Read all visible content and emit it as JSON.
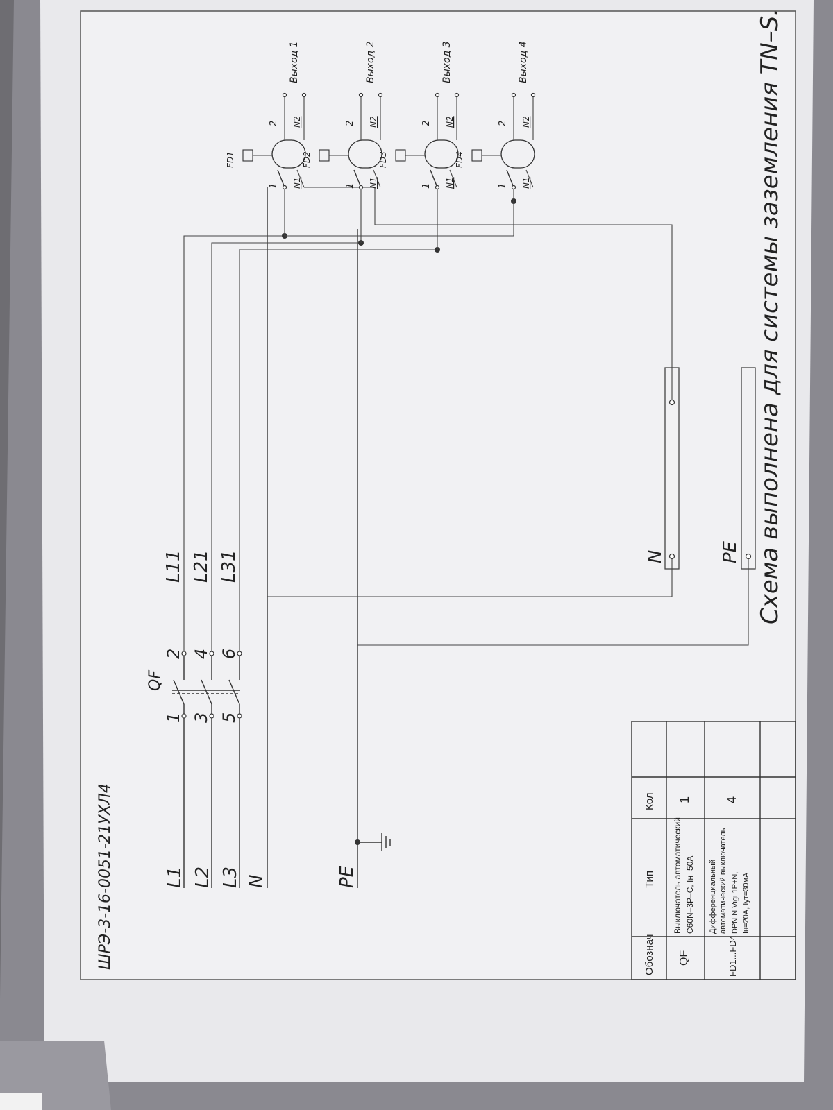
{
  "drawing": {
    "doc_number": "ШРЭ-3-16-0051-21УХЛ4",
    "footer_caption": "Схема выполнена для системы заземления TN–S."
  },
  "inputs": [
    "L1",
    "L2",
    "L3",
    "N",
    "PE"
  ],
  "breaker": {
    "label": "QF",
    "in_terminals": [
      "1",
      "3",
      "5"
    ],
    "out_terminals": [
      "2",
      "4",
      "6"
    ],
    "out_lines": [
      "L11",
      "L21",
      "L31"
    ]
  },
  "busbars": [
    "N",
    "PE"
  ],
  "outputs": [
    {
      "device": "FD1",
      "pin_in": "1",
      "pin_out": "2",
      "n_in": "N1",
      "n_out": "N2",
      "label": "Выход 1"
    },
    {
      "device": "FD2",
      "pin_in": "1",
      "pin_out": "2",
      "n_in": "N1",
      "n_out": "N2",
      "label": "Выход 2"
    },
    {
      "device": "FD3",
      "pin_in": "1",
      "pin_out": "2",
      "n_in": "N1",
      "n_out": "N2",
      "label": "Выход 3"
    },
    {
      "device": "FD4",
      "pin_in": "1",
      "pin_out": "2",
      "n_in": "N1",
      "n_out": "N2",
      "label": "Выход 4"
    }
  ],
  "table": {
    "headers": [
      "Обознач",
      "Тип",
      "Кол"
    ],
    "rows": [
      {
        "designation": "QF",
        "type_lines": [
          "Выключатель автоматический",
          "C60N–3P–C, Iн=50А"
        ],
        "qty": "1"
      },
      {
        "designation": "FD1...FD4",
        "type_lines": [
          "Дифференциальный",
          "автоматический выключатель",
          "DPN N Vigi 1P+N,",
          "Iн=20А, Iут=30мА"
        ],
        "qty": "4"
      }
    ]
  }
}
